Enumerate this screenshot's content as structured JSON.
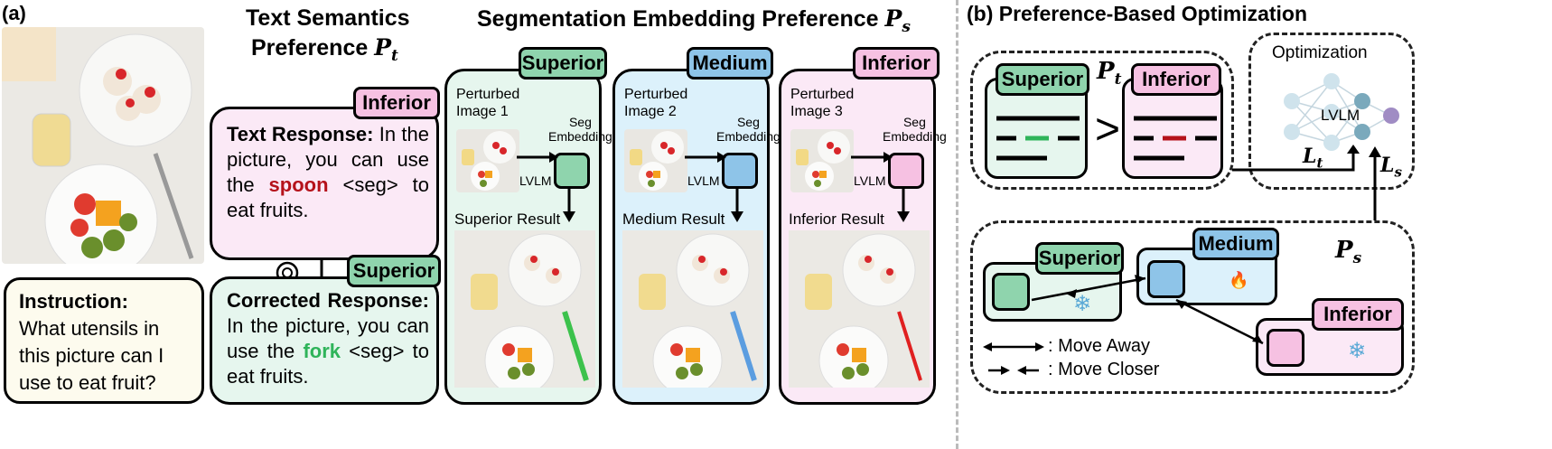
{
  "panel_a_label": "(a)",
  "panel_b_label": "(b)",
  "panel_b_title": "Preference-Based Optimization",
  "text_pref_title_line1": "Text Semantics",
  "text_pref_title_line2": "Preference",
  "text_pref_symbol": "P",
  "text_pref_sub": "t",
  "seg_pref_title": "Segmentation Embedding Preference",
  "seg_pref_symbol": "P",
  "seg_pref_sub": "s",
  "instruction": {
    "label": "Instruction:",
    "text_lines": [
      "What utensils in",
      "this picture can I",
      "use to eat fruit?"
    ]
  },
  "text_response": {
    "tag": "Inferior",
    "label": "Text Response:",
    "pre": "In the picture, you can use the",
    "keyword": "spoon",
    "post": "<seg> to eat fruits."
  },
  "corrected_response": {
    "tag": "Superior",
    "label": "Corrected Response:",
    "pre": "In the picture, you can use the",
    "keyword": "fork",
    "post": "<seg> to eat fruits."
  },
  "seg_panels": [
    {
      "tag": "Superior",
      "perturbed": [
        "Perturbed",
        "Image 1"
      ],
      "seg": [
        "Seg",
        "Embedding"
      ],
      "lvlm": "LVLM",
      "result": "Superior Result",
      "utensil_color": "#3cc24c"
    },
    {
      "tag": "Medium",
      "perturbed": [
        "Perturbed",
        "Image 2"
      ],
      "seg": [
        "Seg",
        "Embedding"
      ],
      "lvlm": "LVLM",
      "result": "Medium Result",
      "utensil_color": "#5b9de0"
    },
    {
      "tag": "Inferior",
      "perturbed": [
        "Perturbed",
        "Image 3"
      ],
      "seg": [
        "Seg",
        "Embedding"
      ],
      "lvlm": "LVLM",
      "result": "Inferior Result",
      "utensil_color": "#e02020"
    }
  ],
  "opt": {
    "pt_superior": "Superior",
    "pt_inferior": "Inferior",
    "gt_symbol": ">",
    "optimization_label": "Optimization",
    "lvlm_label": "LVLM",
    "lt_symbol": "L",
    "lt_sub": "t",
    "ls_symbol": "L",
    "ls_sub": "s",
    "ps_superior": "Superior",
    "ps_medium": "Medium",
    "ps_inferior": "Inferior",
    "move_away": ": Move Away",
    "move_closer": ": Move Closer"
  },
  "colors": {
    "superior": "#8fd4ad",
    "medium": "#8ec4e8",
    "inferior": "#f6c1e2",
    "keyword_red": "#b5121b",
    "keyword_green": "#2fb45a"
  }
}
